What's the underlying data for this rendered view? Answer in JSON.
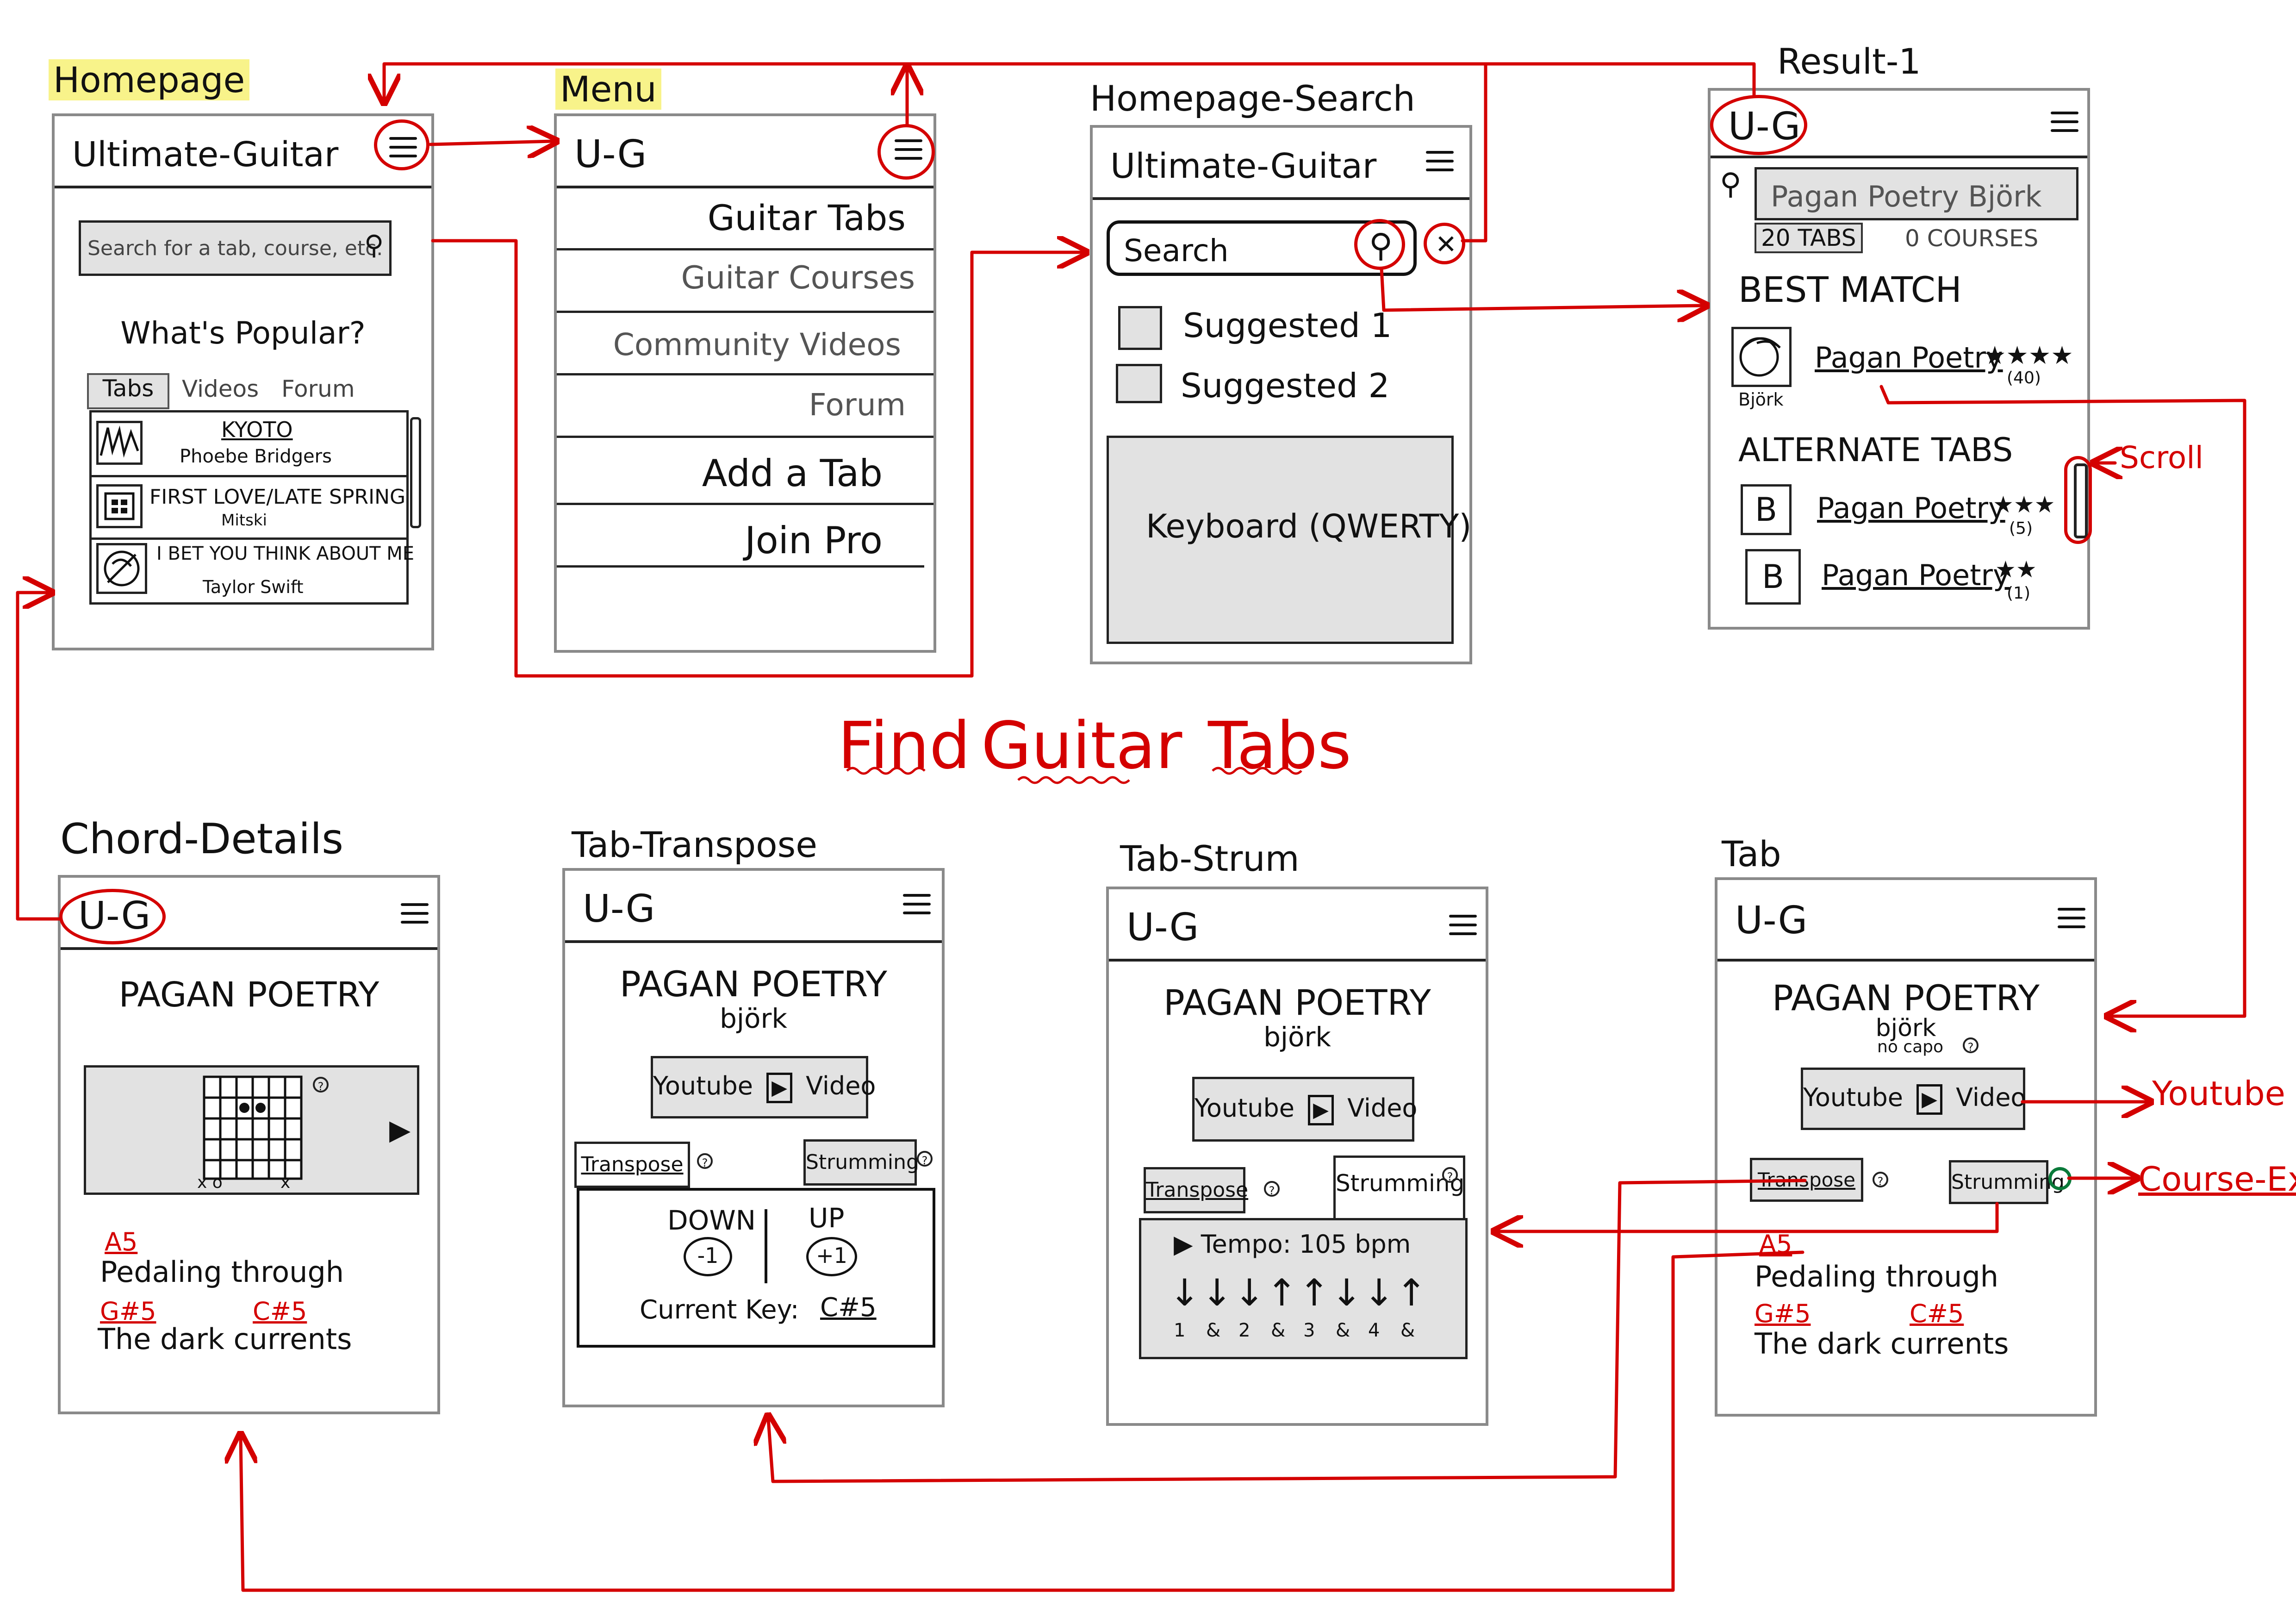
{
  "screens": {
    "homepage": {
      "title": "Homepage",
      "logo": "Ultimate-Guitar",
      "search_placeholder": "Search for a tab, course, etc.",
      "popular_heading": "What's Popular?",
      "tabs": [
        "Tabs",
        "Videos",
        "Forum"
      ],
      "list": [
        {
          "title": "KYOTO",
          "artist": "Phoebe Bridgers"
        },
        {
          "title": "FIRST LOVE/LATE SPRING",
          "artist": "Mitski"
        },
        {
          "title": "I BET YOU THINK ABOUT ME",
          "artist": "Taylor Swift"
        }
      ]
    },
    "menu": {
      "title": "Menu",
      "logo": "U-G",
      "items": [
        "Guitar Tabs",
        "Guitar Courses",
        "Community Videos",
        "Forum",
        "Add a Tab",
        "Join Pro"
      ]
    },
    "homepage_search": {
      "title": "Homepage-Search",
      "logo": "Ultimate-Guitar",
      "search_label": "Search",
      "close_glyph": "✕",
      "suggestions": [
        "Suggested 1",
        "Suggested 2"
      ],
      "keyboard": "Keyboard (QWERTY)"
    },
    "result": {
      "title": "Result-1",
      "logo": "U-G",
      "query": "Pagan Poetry Björk",
      "tabs_count": "20 TABS",
      "courses_count": "0 COURSES",
      "best_match_heading": "BEST MATCH",
      "best_match": {
        "name": "Pagan Poetry",
        "artist": "Björk",
        "stars": "★★★★",
        "count": "(40)"
      },
      "alternate_heading": "ALTERNATE TABS",
      "alternates": [
        {
          "badge": "B",
          "name": "Pagan Poetry",
          "stars": "★★★",
          "count": "(5)"
        },
        {
          "badge": "B",
          "name": "Pagan Poetry",
          "stars": "★★",
          "count": "(1)"
        }
      ],
      "scroll_label": "Scroll"
    },
    "chord_details": {
      "title": "Chord-Details",
      "logo": "U-G",
      "song": "PAGAN POETRY",
      "fret_labels": "x o",
      "fret_label_x": "x",
      "help": "?",
      "chords": [
        "A5",
        "G#5",
        "C#5"
      ],
      "lyrics": [
        "Pedaling through",
        "The dark currents"
      ]
    },
    "tab_transpose": {
      "title": "Tab-Transpose",
      "logo": "U-G",
      "song": "PAGAN POETRY",
      "artist": "björk",
      "video_left": "Youtube",
      "video_right": "Video",
      "transpose": "Transpose",
      "strumming": "Strumming",
      "down_label": "DOWN",
      "down_btn": "-1",
      "up_label": "UP",
      "up_btn": "+1",
      "current_key_label": "Current Key:",
      "current_key": "C#5",
      "help": "?"
    },
    "tab_strum": {
      "title": "Tab-Strum",
      "logo": "U-G",
      "song": "PAGAN POETRY",
      "artist": "björk",
      "video_left": "Youtube",
      "video_right": "Video",
      "transpose": "Transpose",
      "strumming": "Strumming",
      "tempo": "▶ Tempo: 105 bpm",
      "arrows": [
        "↓",
        "↓",
        "↓",
        "↑",
        "↑",
        "↓",
        "↓",
        "↑"
      ],
      "counts": [
        "1",
        "&",
        "2",
        "&",
        "3",
        "&",
        "4",
        "&"
      ],
      "help": "?"
    },
    "tab": {
      "title": "Tab",
      "logo": "U-G",
      "song": "PAGAN POETRY",
      "artist": "björk",
      "capo": "no capo",
      "video_left": "Youtube",
      "video_right": "Video",
      "transpose": "Transpose",
      "strumming": "Strumming",
      "chords": [
        "A5",
        "G#5",
        "C#5"
      ],
      "lyrics": [
        "Pedaling through",
        "The dark currents"
      ],
      "help": "?"
    }
  },
  "flow_title": [
    "Find",
    "Guitar",
    "Tabs"
  ],
  "external_labels": {
    "youtube": "Youtube",
    "course": "Course-Ex"
  },
  "colors": {
    "flow": "#d40000",
    "highlight": "#f8f38a",
    "panel": "#e2e2e2",
    "course_circle": "#0a7a3a"
  }
}
